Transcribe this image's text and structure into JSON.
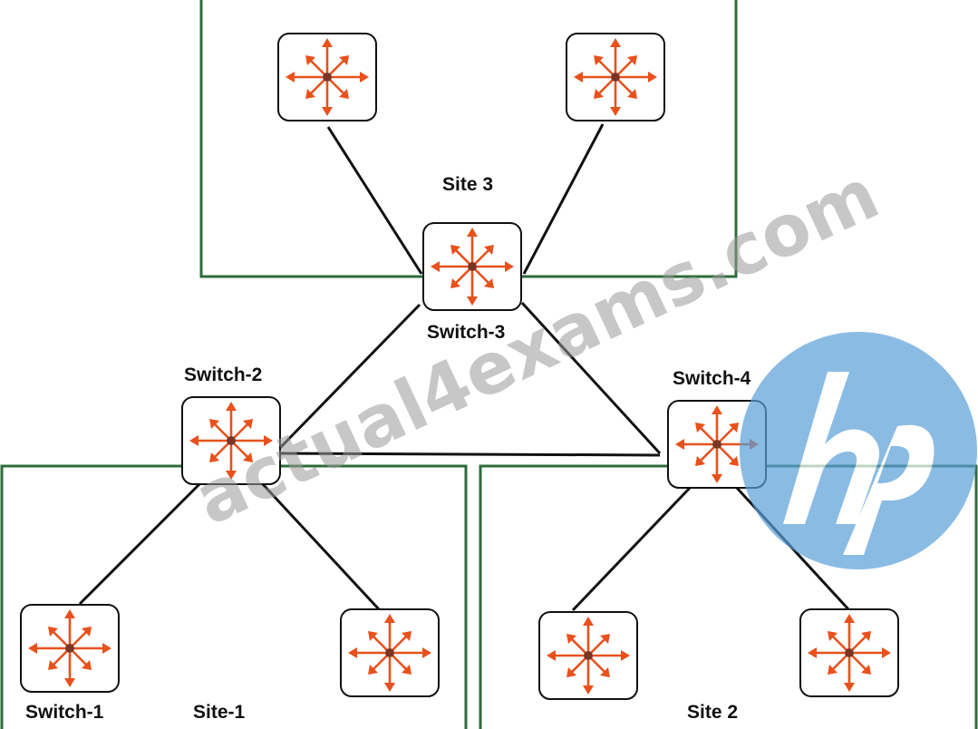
{
  "diagram": {
    "sites": [
      {
        "id": "site3",
        "label": "Site 3"
      },
      {
        "id": "site1",
        "label": "Site-1"
      },
      {
        "id": "site2",
        "label": "Site 2"
      }
    ],
    "switches": [
      {
        "id": "s3-left",
        "label": ""
      },
      {
        "id": "s3-right",
        "label": ""
      },
      {
        "id": "switch-3",
        "label": "Switch-3"
      },
      {
        "id": "switch-2",
        "label": "Switch-2"
      },
      {
        "id": "switch-4",
        "label": "Switch-4"
      },
      {
        "id": "switch-1",
        "label": "Switch-1"
      },
      {
        "id": "s1-right",
        "label": ""
      },
      {
        "id": "s2-left",
        "label": ""
      },
      {
        "id": "s2-right",
        "label": ""
      }
    ],
    "links": [
      [
        "s3-left",
        "switch-3"
      ],
      [
        "s3-right",
        "switch-3"
      ],
      [
        "switch-3",
        "switch-2"
      ],
      [
        "switch-3",
        "switch-4"
      ],
      [
        "switch-2",
        "switch-4"
      ],
      [
        "switch-2",
        "switch-1"
      ],
      [
        "switch-2",
        "s1-right"
      ],
      [
        "switch-4",
        "s2-left"
      ],
      [
        "switch-4",
        "s2-right"
      ]
    ],
    "switch_icon": "router-switch-arrows-icon",
    "colors": {
      "site_border": "#2e6b3a",
      "arrow": "#e8511c",
      "link": "#111111"
    }
  },
  "watermark": {
    "text": "actual4exams.com"
  },
  "logo": {
    "text": "hp",
    "color": "#5a9fd8"
  }
}
